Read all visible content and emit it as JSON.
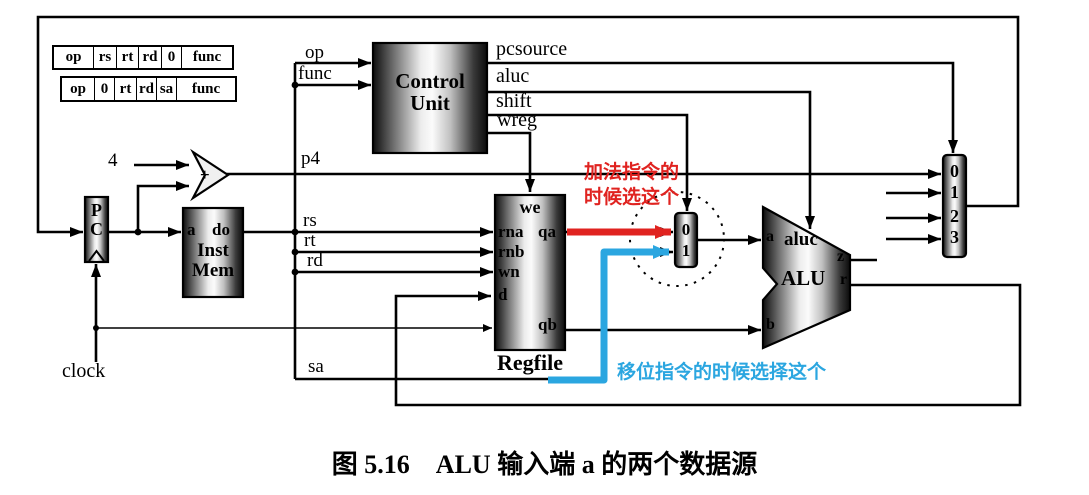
{
  "figure": {
    "caption_number": "图 5.16",
    "caption_title": "ALU 输入端 a 的两个数据源"
  },
  "instruction_formats": {
    "add_format": {
      "cells": [
        "op",
        "rs",
        "rt",
        "rd",
        "0",
        "func"
      ]
    },
    "shift_format": {
      "cells": [
        "op",
        "0",
        "rt",
        "rd",
        "sa",
        "func"
      ]
    }
  },
  "signals": {
    "four": "4",
    "clock": "clock",
    "op": "op",
    "func": "func",
    "p4": "p4",
    "rs": "rs",
    "rt": "rt",
    "rd": "rd",
    "sa": "sa",
    "pcsource": "pcsource",
    "aluc": "aluc",
    "shift": "shift",
    "wreg": "wreg"
  },
  "blocks": {
    "control_unit": {
      "line1": "Control",
      "line2": "Unit"
    },
    "pc": {
      "letter_p": "P",
      "letter_c": "C"
    },
    "inst_mem": {
      "port_a": "a",
      "port_do": "do",
      "line1": "Inst",
      "line2": "Mem"
    },
    "regfile": {
      "caption": "Regfile",
      "port_we": "we",
      "port_rna": "rna",
      "port_rnb": "rnb",
      "port_wn": "wn",
      "port_d": "d",
      "port_qa": "qa",
      "port_qb": "qb"
    },
    "alu": {
      "name": "ALU",
      "port_a": "a",
      "port_b": "b",
      "port_aluc": "aluc",
      "port_z": "z",
      "port_r": "r"
    },
    "adder": {
      "symbol": "+"
    },
    "mux_alu_a": {
      "option0": "0",
      "option1": "1"
    },
    "mux_pc": {
      "option0": "0",
      "option1": "1",
      "option2": "2",
      "option3": "3"
    }
  },
  "annotations": {
    "add_note": {
      "line1": "加法指令的",
      "line2": "时候选这个",
      "color": "#e02320"
    },
    "shift_note": {
      "text": "移位指令的时候选择这个",
      "color": "#2ba6e0"
    }
  }
}
